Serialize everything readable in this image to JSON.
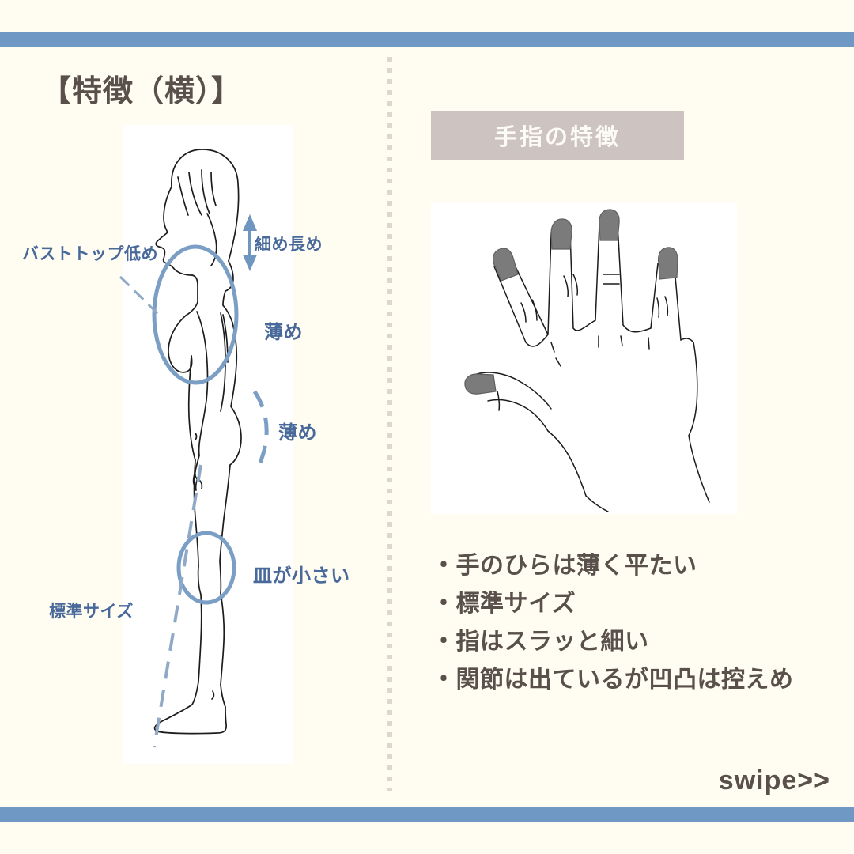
{
  "theme": {
    "background": "#fffdf2",
    "rule_blue": "#6f99c4",
    "text_brown": "#59504b",
    "label_blue": "#48699a",
    "banner_mauve": "#cdc3c1",
    "panel_white": "#ffffff",
    "divider_dot": "#ded8cb",
    "nail_gray": "#7b7b7b"
  },
  "left": {
    "section_title": "【特徴（横）】",
    "labels": {
      "bust": "バストトップ低め",
      "neck": "細め長め",
      "torso": "薄め",
      "hip": "薄め",
      "knee": "皿が小さい",
      "standard": "標準サイズ"
    }
  },
  "right": {
    "banner_title": "手指の特徴",
    "bullets": [
      "・手のひらは薄く平たい",
      "・標準サイズ",
      "・指はスラッと細い",
      "・関節は出ているが凹凸は控えめ"
    ]
  },
  "footer": {
    "swipe": "swipe>>"
  }
}
